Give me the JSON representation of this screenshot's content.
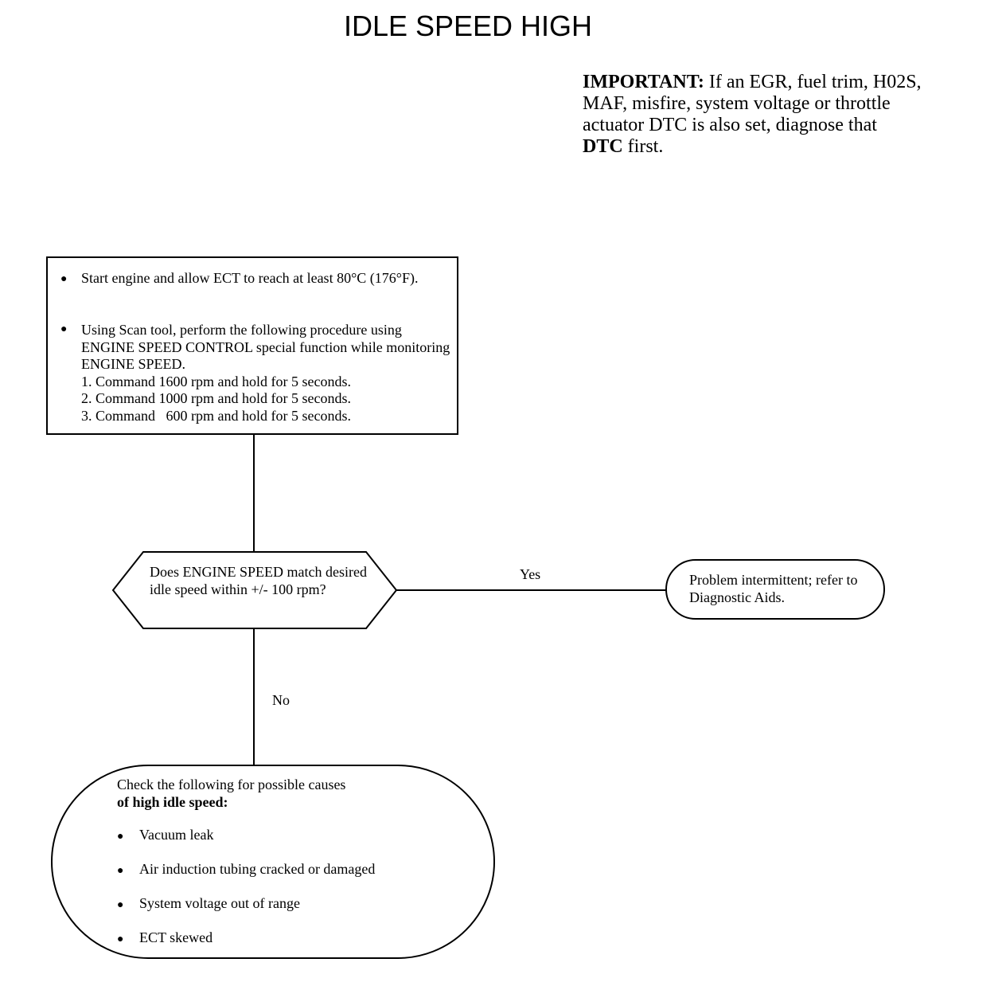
{
  "title": "IDLE SPEED HIGH",
  "important": {
    "label": "IMPORTANT:",
    "line1": " If an EGR, fuel trim, H02S,",
    "line2": "MAF, misfire, system voltage or throttle",
    "line3": "actuator DTC is also set, diagnose that",
    "line4_bold": "DTC",
    "line4_rest": " first."
  },
  "step_box": {
    "bullet1": "Start engine and allow ECT to reach at least 80°C (176°F).",
    "bullet2_intro": "Using Scan tool, perform the following procedure using ENGINE SPEED CONTROL special function while monitoring ENGINE SPEED.",
    "steps": [
      "1. Command 1600 rpm and hold for 5 seconds.",
      "2. Command 1000 rpm and hold for 5 seconds.",
      "3. Command   600 rpm and hold for 5 seconds."
    ]
  },
  "decision": {
    "question": "Does ENGINE SPEED match desired idle speed within +/- 100 rpm?",
    "yes_label": "Yes",
    "no_label": "No"
  },
  "yes_result": "Problem intermittent; refer to Diagnostic Aids.",
  "no_result": {
    "heading_line1": "Check the following for possible causes",
    "heading_line2": "of high idle speed:",
    "causes": [
      "Vacuum leak",
      "Air induction tubing cracked or damaged",
      "System voltage out of range",
      "ECT skewed"
    ]
  }
}
